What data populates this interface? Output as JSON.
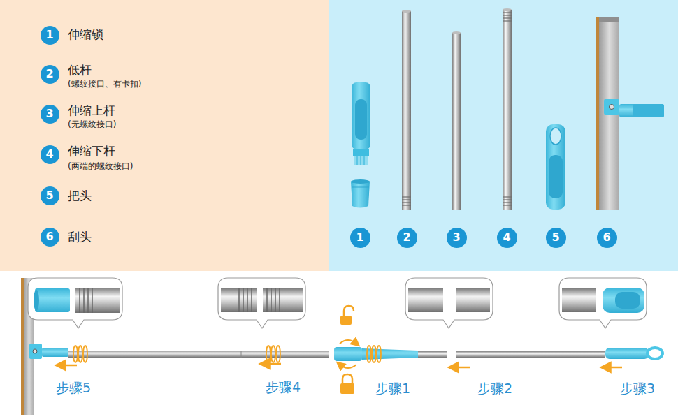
{
  "diagram": {
    "nodes": [
      {
        "text": [
          "1"
        ]
      },
      {
        "text": [
          "2"
        ]
      },
      {
        "text": [
          "3"
        ]
      },
      {
        "text": [
          "4"
        ]
      },
      {
        "text": [
          "5"
        ]
      },
      {
        "text": [
          "6"
        ]
      },
      {
        "text": [
          "1"
        ]
      },
      {
        "text": [
          "2"
        ]
      },
      {
        "text": [
          "3"
        ]
      },
      {
        "text": [
          "4"
        ]
      },
      {
        "text": [
          "5"
        ]
      },
      {
        "text": [
          "6"
        ]
      }
    ],
    "labels": [
      "伸缩锁",
      "低杆",
      "(螺纹接口、有卡扣)",
      "伸缩上杆",
      "(无螺纹接口)",
      "伸缩下杆",
      "(两端的螺纹接口)",
      "把头",
      "刮头",
      "步骤5",
      "步骤4",
      "步骤1",
      "步骤2",
      "步骤3"
    ]
  }
}
